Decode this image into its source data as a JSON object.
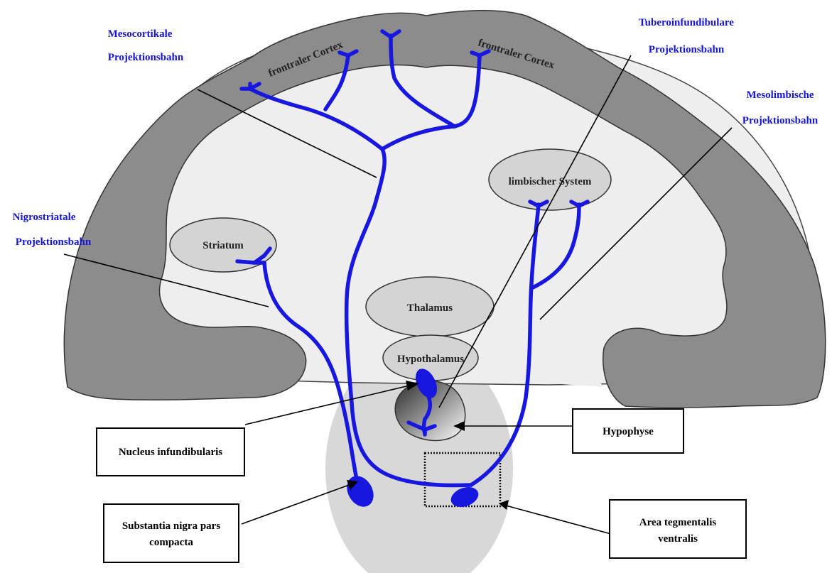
{
  "pathways": {
    "mesocortical": [
      "Mesocortikale",
      "Projektionsbahn"
    ],
    "tuberoinfundibular": [
      "Tuberoinfundibulare",
      "Projektionsbahn"
    ],
    "mesolimbic": [
      "Mesolimbische",
      "Projektionsbahn"
    ],
    "nigrostriatal": [
      "Nigrostriatale",
      "Projektionsbahn"
    ]
  },
  "regions": {
    "frontal_cortex_left": "frontraler Cortex",
    "frontal_cortex_right": "frontraler Cortex",
    "limbic_system": "limbischer System",
    "striatum": "Striatum",
    "thalamus": "Thalamus",
    "hypothalamus": "Hypothalamus"
  },
  "boxes": {
    "nucleus_infundibularis": [
      "Nucleus infundibularis"
    ],
    "hypophyse": [
      "Hypophyse"
    ],
    "substantia_nigra": [
      "Substantia  nigra pars",
      "compacta"
    ],
    "area_tegmentalis": [
      "Area tegmentalis",
      "ventralis"
    ]
  },
  "colors": {
    "pathway": "#1717e0",
    "label_blue": "#1515d8",
    "cortex_dark": "#8c8c8c",
    "brain_light": "#eeeeee",
    "brainstem": "#d8d8d8",
    "region_fill": "#d4d4d4"
  }
}
